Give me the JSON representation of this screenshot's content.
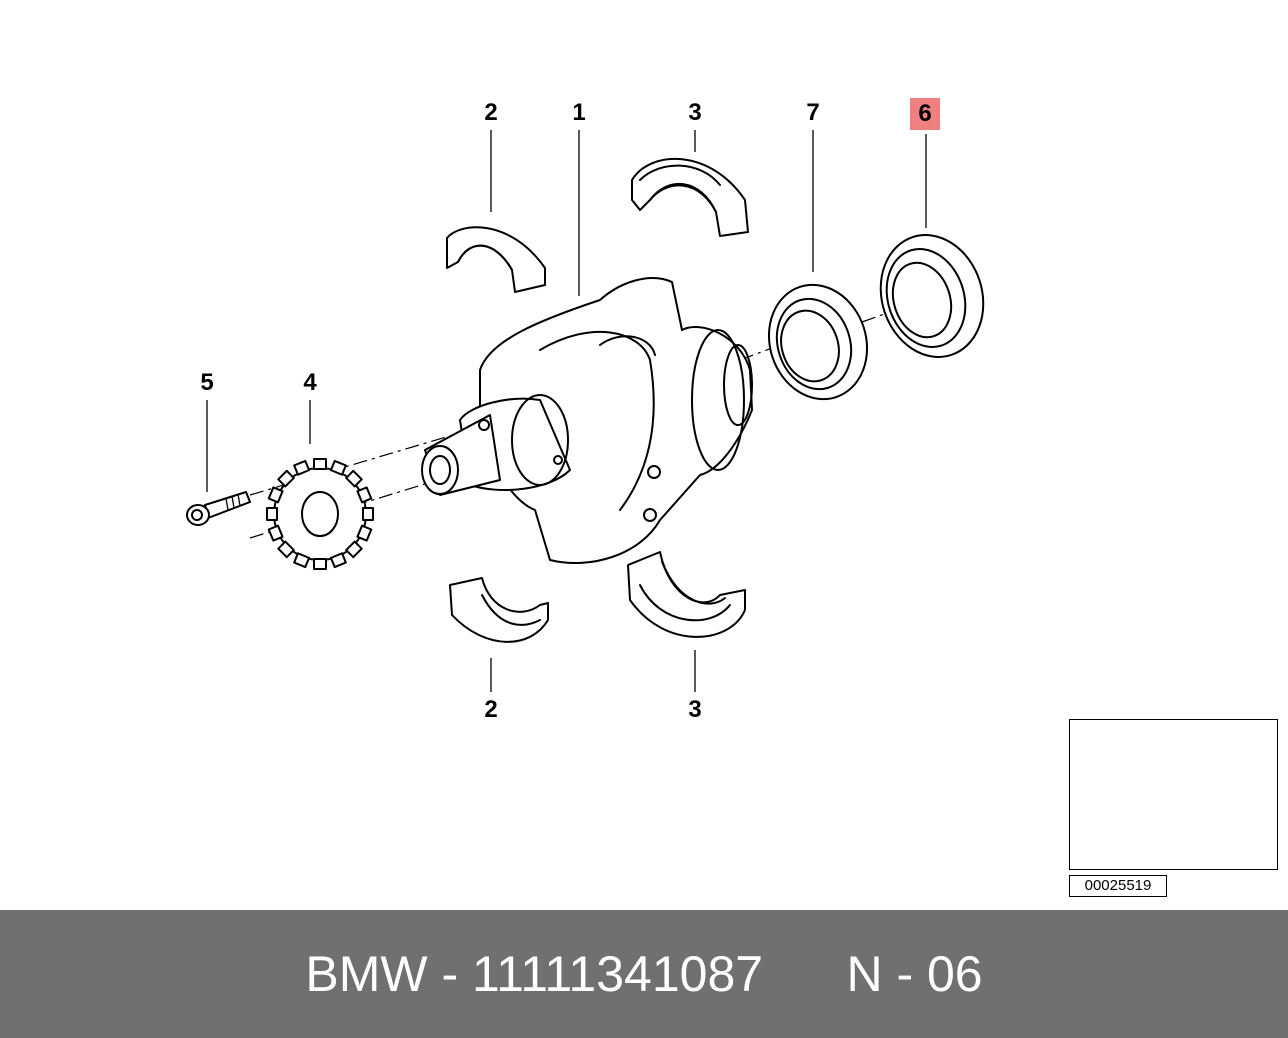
{
  "callouts": [
    {
      "id": "2-top",
      "label": "2"
    },
    {
      "id": "1",
      "label": "1"
    },
    {
      "id": "3-top",
      "label": "3"
    },
    {
      "id": "7",
      "label": "7"
    },
    {
      "id": "6",
      "label": "6",
      "highlighted": true
    },
    {
      "id": "5",
      "label": "5"
    },
    {
      "id": "4",
      "label": "4"
    },
    {
      "id": "2-bottom",
      "label": "2"
    },
    {
      "id": "3-bottom",
      "label": "3"
    }
  ],
  "highlight_color": "#f08080",
  "reference_number": "00025519",
  "footer": {
    "brand": "BMW",
    "separator": "-",
    "part_number": "11111341087",
    "position_label": "N - 06"
  },
  "footer_color": "#707070"
}
